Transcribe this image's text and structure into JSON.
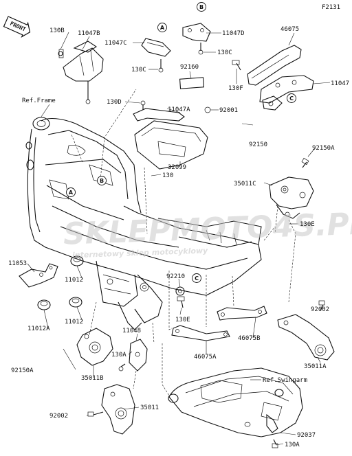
{
  "diagram_code": "F2131",
  "front_label": "FRONT",
  "watermark": {
    "main": "SKLEPMOTO4S.PL",
    "sub": "internetowy sklep motocyklowy"
  },
  "refs": {
    "frame": "Ref.Frame",
    "swingarm": "Ref.Swingarm"
  },
  "callouts": [
    "A",
    "B",
    "C"
  ],
  "labels": {
    "l_130B": "130B",
    "l_11047B": "11047B",
    "l_11047C": "11047C",
    "l_130C_left": "130C",
    "l_11047D": "11047D",
    "l_130C_right": "130C",
    "l_46075": "46075",
    "l_92160": "92160",
    "l_130F": "130F",
    "l_11047_right": "11047",
    "l_130D": "130D",
    "l_11047A": "11047A",
    "l_92001": "92001",
    "l_92150": "92150",
    "l_32099": "32099",
    "l_130": "130",
    "l_92150A_top": "92150A",
    "l_35011C": "35011C",
    "l_130E_right": "130E",
    "l_11053": "11053",
    "l_11012_a": "11012",
    "l_92210": "92210",
    "l_11012_b": "11012",
    "l_130E_mid": "130E",
    "l_92002_right": "92002",
    "l_46075B": "46075B",
    "l_11012A": "11012A",
    "l_11048": "11048",
    "l_46075A": "46075A",
    "l_92150A_bottom": "92150A",
    "l_130A_mid": "130A",
    "l_35011A": "35011A",
    "l_35011B": "35011B",
    "l_92002_left": "92002",
    "l_35011": "35011",
    "l_92037": "92037",
    "l_130A_bottom": "130A"
  }
}
